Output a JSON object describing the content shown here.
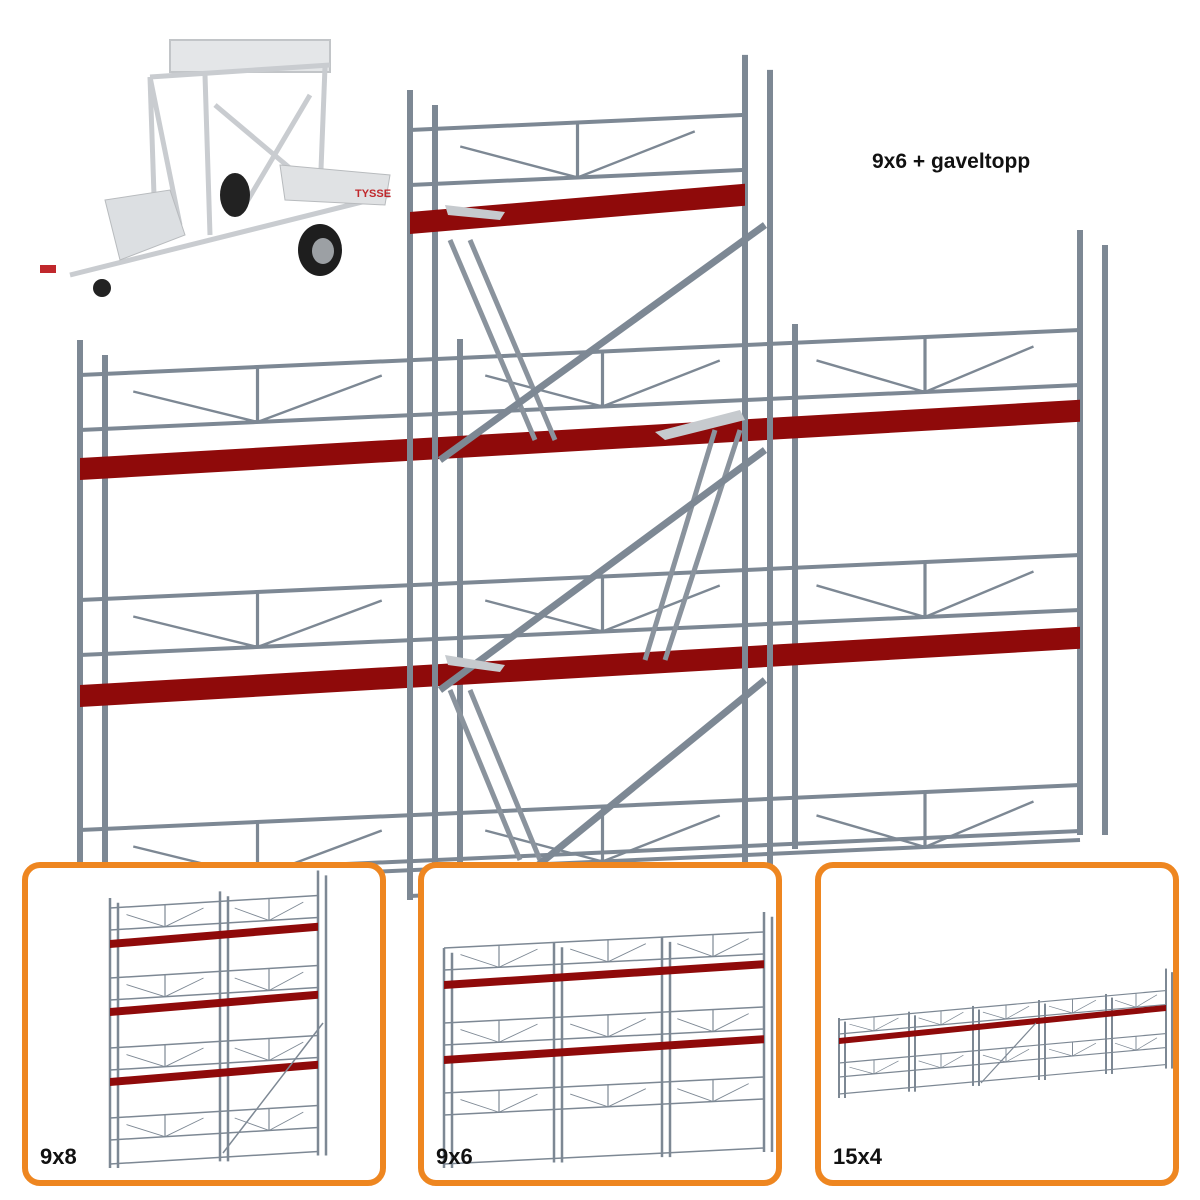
{
  "main": {
    "title": "9x6 + gaveltopp",
    "trailer_logo": "TYSSE"
  },
  "variants": [
    {
      "label": "9x8"
    },
    {
      "label": "9x6"
    },
    {
      "label": "15x4"
    }
  ],
  "colors": {
    "steel": "#7d8894",
    "deck": "#8f0a0a",
    "frame": "#EE8620"
  }
}
